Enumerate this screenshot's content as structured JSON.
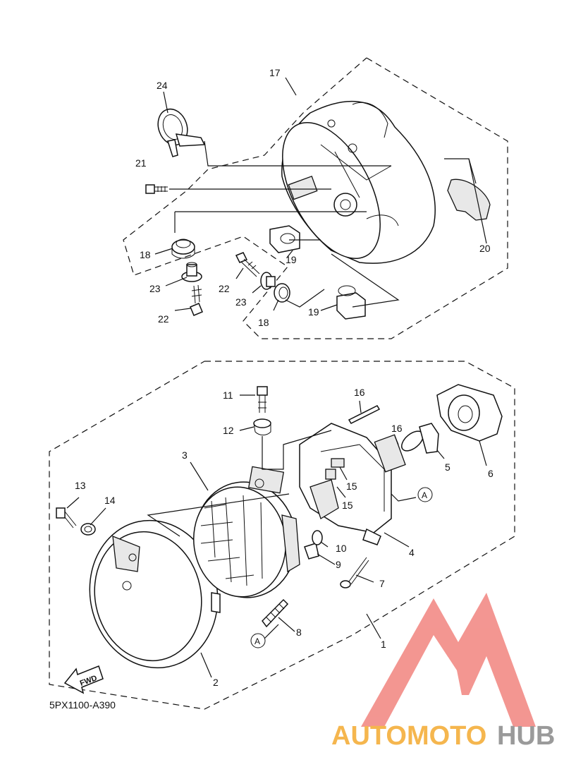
{
  "labels": {
    "p1": "1",
    "p2": "2",
    "p3": "3",
    "p4": "4",
    "p5": "5",
    "p6": "6",
    "p7": "7",
    "p8": "8",
    "p9": "9",
    "p10": "10",
    "p11": "11",
    "p12": "12",
    "p13": "13",
    "p14": "14",
    "p15a": "15",
    "p15b": "15",
    "p16a": "16",
    "p16b": "16",
    "p17": "17",
    "p18a": "18",
    "p18b": "18",
    "p19a": "19",
    "p19b": "19",
    "p20": "20",
    "p21": "21",
    "p22a": "22",
    "p22b": "22",
    "p23a": "23",
    "p23b": "23",
    "p24": "24"
  },
  "refs": {
    "a1": "A",
    "a2": "A"
  },
  "fwd": "FWD",
  "diagram_code": "5PX1100-A390",
  "watermark": {
    "part1": "AUTOMOTO",
    "part2": "HUB",
    "color1": "#f5b64e",
    "color2": "#f0857f",
    "color3": "#9a9a9a",
    "logo_color": "#f28b86"
  }
}
